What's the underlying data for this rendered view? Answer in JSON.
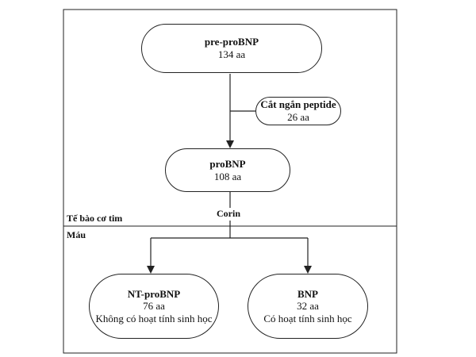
{
  "regions": {
    "cell_label": "Tế bào cơ tim",
    "blood_label": "Máu"
  },
  "nodes": {
    "pre_probnp": {
      "title": "pre-proBNP",
      "sub": "134 aa"
    },
    "signal_peptide": {
      "title": "Cắt ngắn peptide",
      "sub": "26 aa"
    },
    "probnp": {
      "title": "proBNP",
      "sub": "108 aa"
    },
    "nt_probnp": {
      "title": "NT-proBNP",
      "sub": "76 aa",
      "note": "Không có hoạt tính sinh học"
    },
    "bnp": {
      "title": "BNP",
      "sub": "32 aa",
      "note": "Có hoạt tính sinh học"
    }
  },
  "enzyme": {
    "label": "Corin"
  },
  "colors": {
    "line": "#222222",
    "background": "#ffffff"
  }
}
